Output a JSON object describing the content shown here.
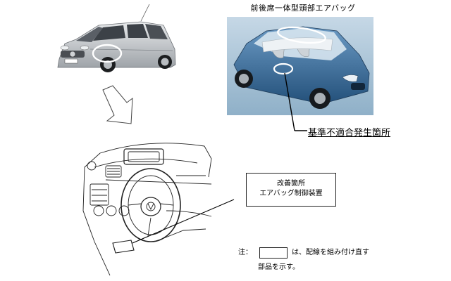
{
  "labels": {
    "airbag_title": "前後席一体型頭部エアバッグ",
    "defect_location": "基準不適合発生箇所",
    "improvement_title": "改善箇所",
    "improvement_part": "エアバッグ制御装置",
    "note_prefix": "注：",
    "note_text_1": "は、配線を組み付け直す",
    "note_text_2": "部品を示す。"
  },
  "colors": {
    "car_photo_bg": "#f4f4f4",
    "silver_body": "#c9cdd2",
    "blue_car": "#3a6e9e",
    "photo_backdrop": "#a7c2d8",
    "line": "#222222"
  }
}
